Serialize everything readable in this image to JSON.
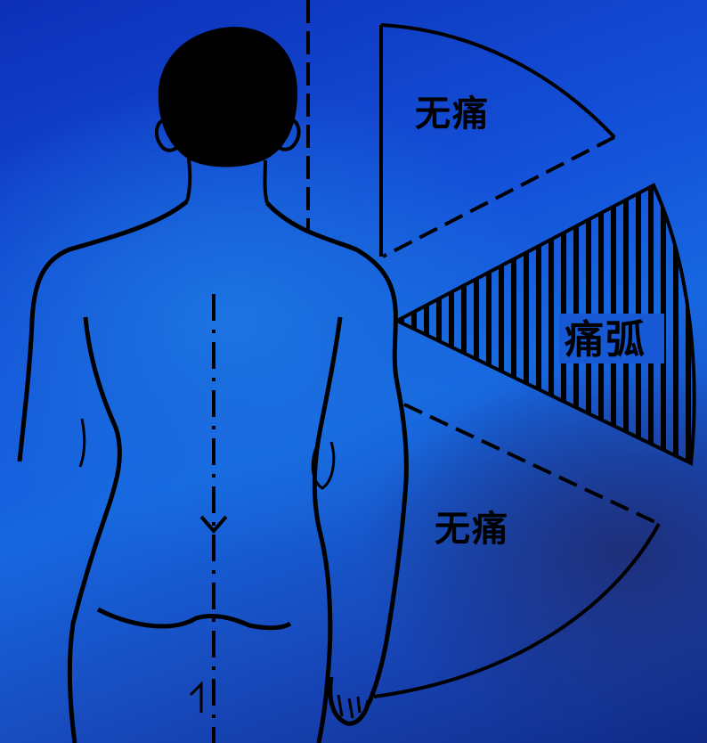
{
  "labels": {
    "painless_upper": "无痛",
    "painful_arc": "痛弧",
    "painless_lower": "无痛"
  },
  "colors": {
    "background_top": "#0d2fb8",
    "background_mid": "#1767e0",
    "background_bottom": "#102a86",
    "line_art": "#000000"
  }
}
